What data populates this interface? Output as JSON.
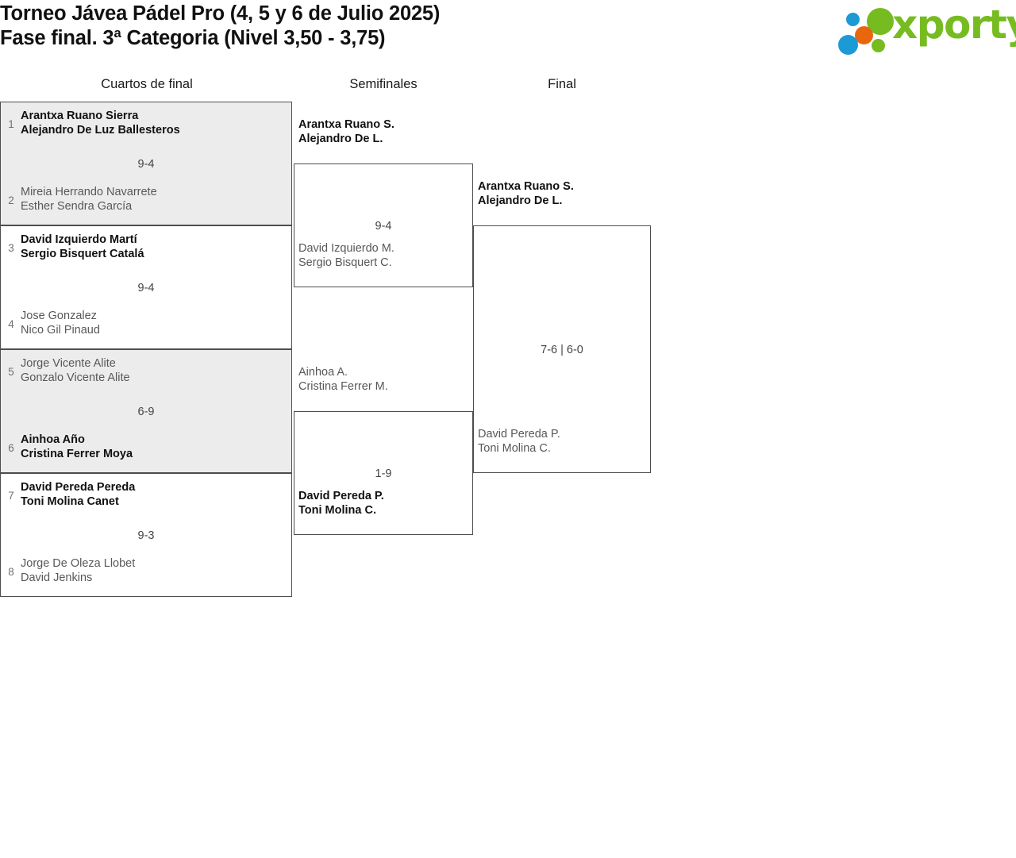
{
  "header": {
    "title_line1": "Torneo Jávea Pádel Pro (4, 5 y 6 de Julio 2025)",
    "title_line2": "Fase final. 3ª Categoria (Nivel 3,50 - 3,75)",
    "logo_text": "xporty",
    "logo_colors": {
      "green": "#76bc21",
      "blue": "#1b9ad6",
      "orange": "#e8670c"
    }
  },
  "rounds": {
    "quarterfinals_label": "Cuartos de final",
    "semifinals_label": "Semifinales",
    "final_label": "Final"
  },
  "chart_data": {
    "type": "bracket",
    "title": "Torneo Jávea Pádel Pro (4, 5 y 6 de Julio 2025) — Fase final. 3ª Categoria (Nivel 3,50 - 3,75)",
    "rounds": [
      "Cuartos de final",
      "Semifinales",
      "Final"
    ],
    "quarterfinals": [
      {
        "shaded": true,
        "top": {
          "seed": "1",
          "player1": "Arantxa Ruano Sierra",
          "player2": "Alejandro De Luz Ballesteros",
          "winner": true
        },
        "bottom": {
          "seed": "2",
          "player1": "Mireia Herrando Navarrete",
          "player2": "Esther Sendra García",
          "winner": false
        },
        "score": "9-4"
      },
      {
        "shaded": false,
        "top": {
          "seed": "3",
          "player1": "David Izquierdo Martí",
          "player2": "Sergio Bisquert Catalá",
          "winner": true
        },
        "bottom": {
          "seed": "4",
          "player1": "Jose Gonzalez",
          "player2": "Nico Gil Pinaud",
          "winner": false
        },
        "score": "9-4"
      },
      {
        "shaded": true,
        "top": {
          "seed": "5",
          "player1": "Jorge Vicente Alite",
          "player2": "Gonzalo Vicente Alite",
          "winner": false
        },
        "bottom": {
          "seed": "6",
          "player1": "Ainhoa Año",
          "player2": "Cristina Ferrer Moya",
          "winner": true
        },
        "score": "6-9"
      },
      {
        "shaded": false,
        "top": {
          "seed": "7",
          "player1": "David Pereda Pereda",
          "player2": "Toni Molina Canet",
          "winner": true
        },
        "bottom": {
          "seed": "8",
          "player1": "Jorge De Oleza Llobet",
          "player2": "David Jenkins",
          "winner": false
        },
        "score": "9-3"
      }
    ],
    "semifinals": [
      {
        "top": {
          "player1": "Arantxa Ruano S.",
          "player2": "Alejandro De L.",
          "winner": true
        },
        "bottom": {
          "player1": "David Izquierdo M.",
          "player2": "Sergio Bisquert C.",
          "winner": false
        },
        "score": "9-4"
      },
      {
        "top": {
          "player1": "Ainhoa A.",
          "player2": "Cristina Ferrer M.",
          "winner": false
        },
        "bottom": {
          "player1": "David Pereda P.",
          "player2": "Toni Molina C.",
          "winner": true
        },
        "score": "1-9"
      }
    ],
    "final": {
      "top": {
        "player1": "Arantxa Ruano S.",
        "player2": "Alejandro De L.",
        "winner": true
      },
      "bottom": {
        "player1": "David Pereda P.",
        "player2": "Toni Molina C.",
        "winner": false
      },
      "score": "7-6 | 6-0"
    }
  }
}
